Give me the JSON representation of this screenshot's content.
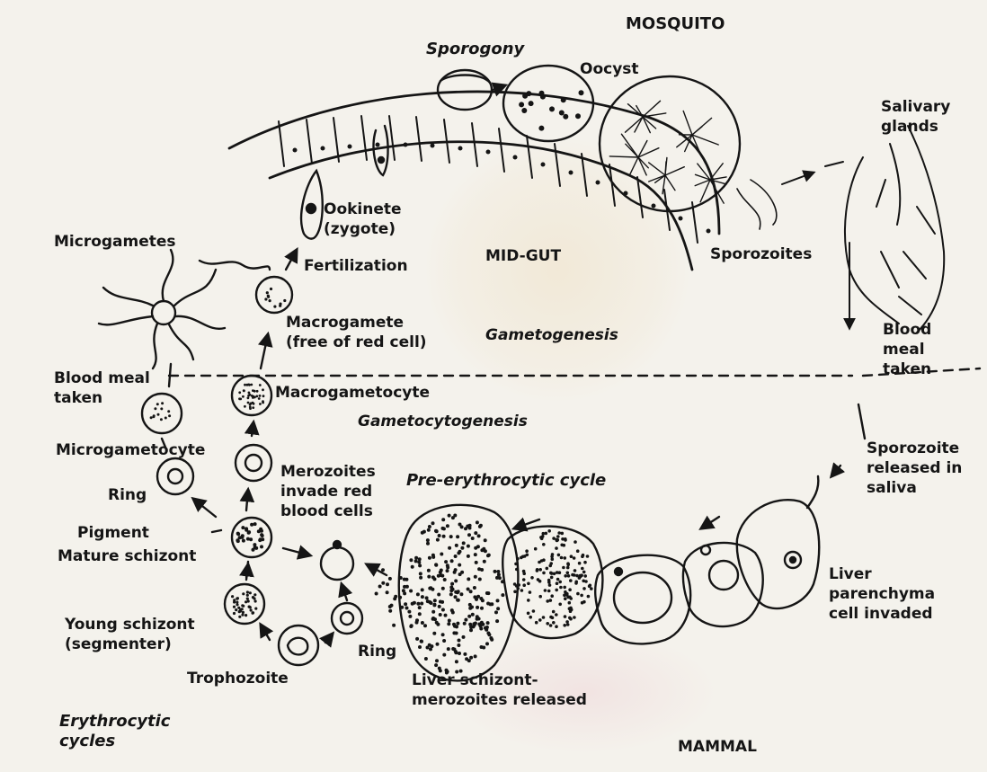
{
  "labels": {
    "mosquito": "MOSQUITO",
    "sporogony": "Sporogony",
    "oocyst": "Oocyst",
    "salivary_glands": "Salivary\nglands",
    "ookinete": "Ookinete\n(zygote)",
    "microgametes": "Microgametes",
    "fertilization": "Fertilization",
    "mid_gut": "MID-GUT",
    "sporozoites": "Sporozoites",
    "macrogamete": "Macrogamete\n(free of red cell)",
    "gametogenesis": "Gametogenesis",
    "blood_meal_left": "Blood meal\ntaken",
    "blood_meal_right": "Blood\nmeal\ntaken",
    "macrogametocyte": "Macrogametocyte",
    "gametocytogenesis": "Gametocytogenesis",
    "microgametocyte": "Microgametocyte",
    "sporozoite_released": "Sporozoite\nreleased in\nsaliva",
    "ring_left": "Ring",
    "merozoites_invade": "Merozoites\ninvade red\nblood cells",
    "pre_erythrocytic": "Pre-erythrocytic cycle",
    "pigment": "Pigment",
    "mature_schizont": "Mature schizont",
    "liver_parenchyma": "Liver\nparenchyma\ncell invaded",
    "young_schizont": "Young schizont\n(segmenter)",
    "ring_bottom": "Ring",
    "trophozoite": "Trophozoite",
    "liver_schizont": "Liver schizont-\nmerozoites released",
    "erythrocytic_cycles": "Erythrocytic\ncycles",
    "mammal": "MAMMAL"
  },
  "colors": {
    "ink": "#151515",
    "paper": "#f4f2ec"
  }
}
